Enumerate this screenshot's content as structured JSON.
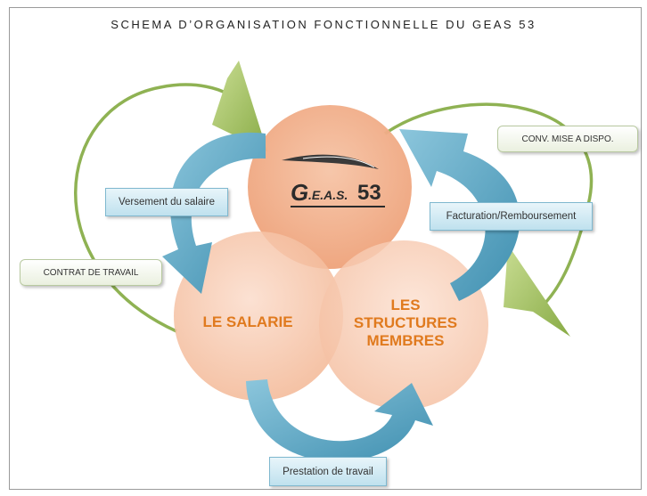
{
  "title": "SCHEMA D’ORGANISATION FONCTIONNELLE DU GEAS 53",
  "logo": {
    "prefix": "G",
    "middle": ".E.A.S.",
    "suffix": "53"
  },
  "circles": {
    "salarie": "LE SALARIE",
    "structures_line1": "LES",
    "structures_line2": "STRUCTURES",
    "structures_line3": "MEMBRES"
  },
  "flows": {
    "versement": "Versement du salaire",
    "facturation": "Facturation/Remboursement",
    "prestation": "Prestation de travail"
  },
  "contracts": {
    "contrat": "CONTRAT DE TRAVAIL",
    "conv": "CONV. MISE A DISPO."
  },
  "colors": {
    "circle_top": "#f2b38f",
    "circle_bottom": "#f7c7ae",
    "arrow_blue": "#5aa7c4",
    "arrow_green": "#9fbe5c",
    "label_orange": "#e07a1e"
  }
}
